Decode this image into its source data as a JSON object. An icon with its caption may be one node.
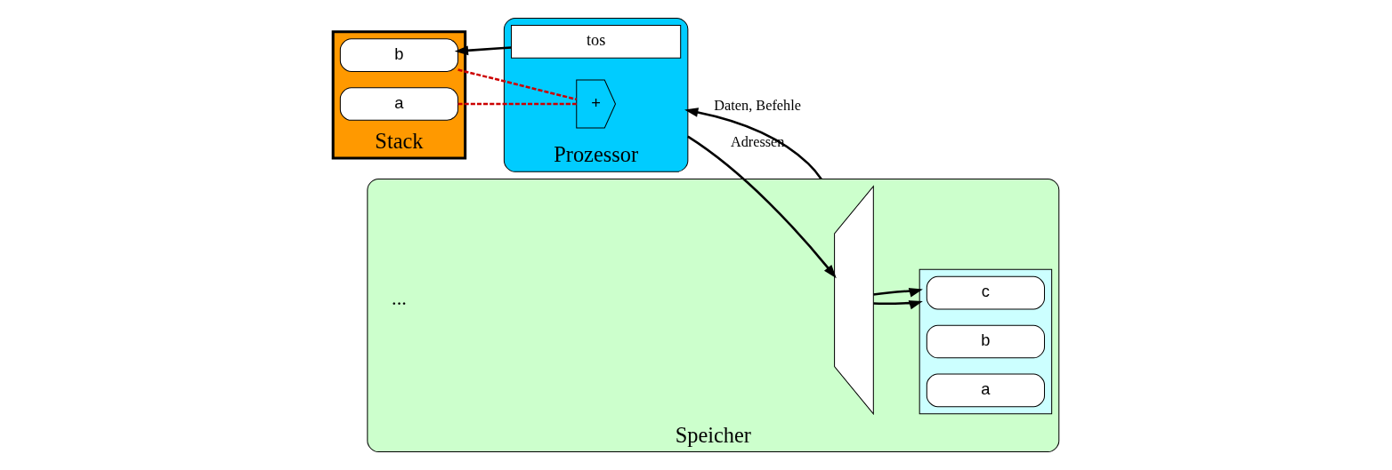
{
  "diagram": {
    "nodes": [
      {
        "text": [
          "Stack"
        ]
      },
      {
        "text": [
          "b"
        ],
        "in": 0
      },
      {
        "text": [
          "a"
        ],
        "in": 0
      },
      {
        "text": [
          "Prozessor"
        ]
      },
      {
        "text": [
          "+"
        ],
        "in": 3
      },
      {
        "text": [
          "tos"
        ],
        "in": 3
      },
      {
        "text": [
          "Speicher"
        ]
      },
      {
        "text": [],
        "shape": "trapezoid",
        "in": 6
      },
      {
        "text": [],
        "shape": "box",
        "in": 6
      },
      {
        "text": [
          "c"
        ],
        "in": 8
      },
      {
        "text": [
          "b"
        ],
        "in": 8
      },
      {
        "text": [
          "a"
        ],
        "in": 8
      }
    ],
    "edges": [
      {
        "from": 5,
        "to": 1,
        "arrow": "to"
      },
      {
        "from": 1,
        "to": 4,
        "arrow": "none",
        "style": "dashed",
        "color": "#cc0000"
      },
      {
        "from": 2,
        "to": 4,
        "arrow": "none",
        "style": "dashed",
        "color": "#cc0000"
      },
      {
        "from": 3,
        "to": 7,
        "arrow": "to",
        "label": "Adressen"
      },
      {
        "from": 6,
        "to": 3,
        "arrow": "to",
        "label": "Daten, Befehle"
      },
      {
        "from": 7,
        "to": 8,
        "arrow": "to"
      },
      {
        "from": 7,
        "to": 8,
        "arrow": "to"
      }
    ],
    "labels": [
      "..."
    ]
  }
}
